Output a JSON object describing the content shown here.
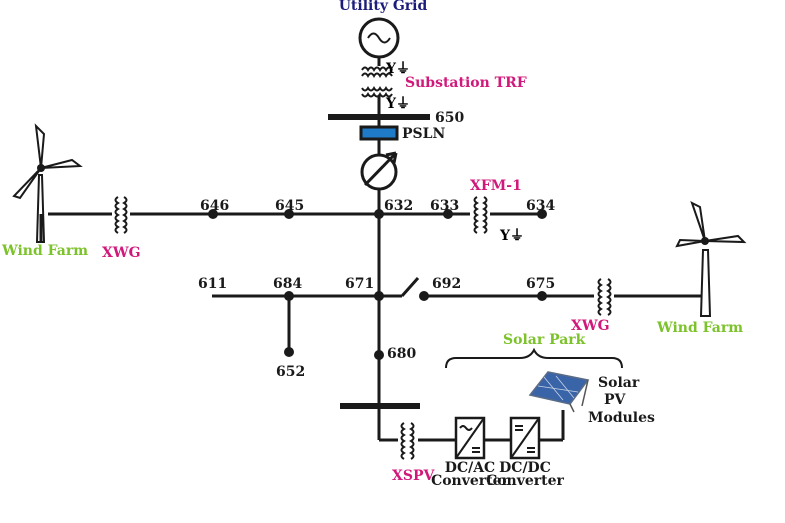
{
  "colors": {
    "line": "#1a1a1a",
    "grid_label": "#1c1c7a",
    "transformer_label": "#d0197a",
    "wind_label": "#7cc22a",
    "solar_label": "#7cc22a",
    "regulator": "#1f7ac8"
  },
  "labels": {
    "utility_grid": "Utility Grid",
    "substation_trf": "Substation TRF",
    "pslm": "PSLN",
    "xfm1": "XFM-1",
    "xwg_left": "XWG",
    "xwg_right": "XWG",
    "wind_farm_left": "Wind Farm",
    "wind_farm_right": "Wind Farm",
    "solar_park": "Solar Park",
    "solar_pv_line1": "Solar",
    "solar_pv_line2": "PV",
    "solar_pv_line3": "Modules",
    "xspv": "XSPV",
    "dcac_line1": "DC/AC",
    "dcac_line2": "Converter",
    "dcdc_line1": "DC/DC",
    "dcdc_line2": "Converter"
  },
  "buses": {
    "b650": "650",
    "b646": "646",
    "b645": "645",
    "b632": "632",
    "b633": "633",
    "b634": "634",
    "b611": "611",
    "b684": "684",
    "b671": "671",
    "b692": "692",
    "b675": "675",
    "b652": "652",
    "b680": "680"
  },
  "icons": {
    "generator": "ac-source-icon",
    "wye_grounded": "Y⏚",
    "regulator": "voltage-regulator-icon",
    "switch": "open-switch-icon"
  }
}
